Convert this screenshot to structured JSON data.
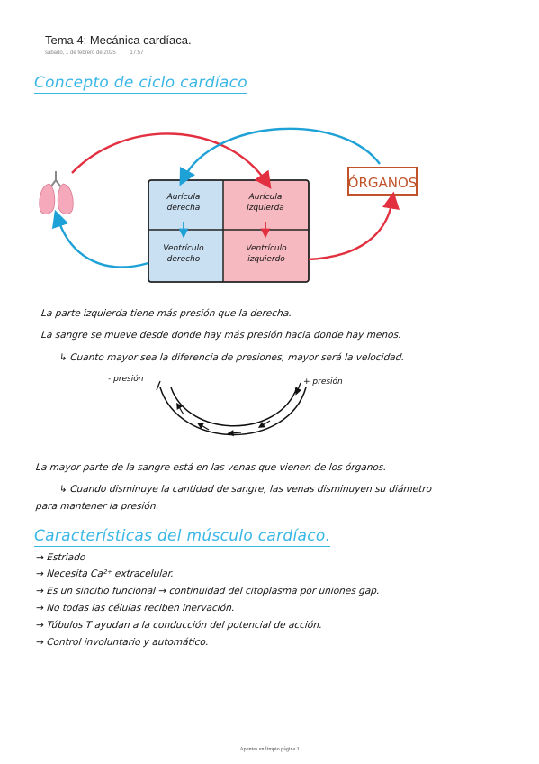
{
  "note": {
    "title": "Tema 4: Mecánica cardíaca.",
    "date": "sábado, 1 de febrero de 2025",
    "time": "17:57"
  },
  "section1": {
    "heading": "Concepto de ciclo cardíaco",
    "diagram": {
      "atrium_right": [
        "Aurícula",
        "derecha"
      ],
      "atrium_left": [
        "Aurícula",
        "izquierda"
      ],
      "ventricle_right": [
        "Ventrículo",
        "derecho"
      ],
      "ventricle_left": [
        "Ventrículo",
        "izquierdo"
      ],
      "organs_label": "ÓRGANOS",
      "colors": {
        "right_side": "#c9dff2",
        "left_side": "#f6b9c0",
        "red_arrow": "#e23040",
        "blue_arrow": "#1ea1d6",
        "organs": "#c0532a"
      }
    },
    "lines": [
      "La parte izquierda tiene más presión que la derecha.",
      "La sangre se mueve desde donde hay más presión hacia donde hay menos.",
      "↳ Cuanto mayor sea la diferencia de presiones, mayor será la velocidad."
    ],
    "pressure_diagram": {
      "low": "- presión",
      "high": "+ presión"
    },
    "lines2": [
      "La mayor parte de la sangre está en las venas que vienen de los órganos.",
      "↳ Cuando disminuye la cantidad de sangre, las venas disminuyen su diámetro",
      "para mantener la presión."
    ]
  },
  "section2": {
    "heading": "Características del músculo cardíaco.",
    "items": [
      "→ Estriado",
      "→ Necesita Ca²⁺ extracelular.",
      "→ Es un sincitio funcional → continuidad del citoplasma por uniones gap.",
      "→ No todas las células reciben inervación.",
      "→ Túbulos T ayudan a la conducción del potencial de acción.",
      "→ Control involuntario y automático."
    ]
  },
  "footer": "Apuntes en limpio página 1"
}
